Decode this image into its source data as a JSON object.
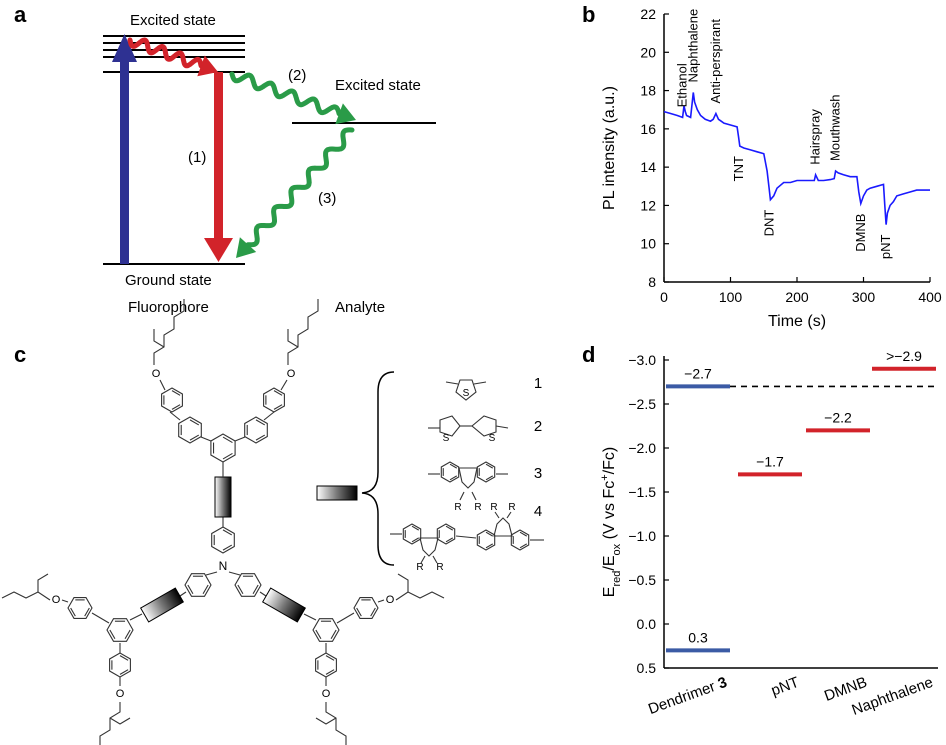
{
  "panels": {
    "a": {
      "letter": "a",
      "excited_state_fluorophore": "Excited state",
      "excited_state_analyte": "Excited state",
      "ground_state": "Ground state",
      "fluorophore": "Fluorophore",
      "analyte": "Analyte",
      "step1": "(1)",
      "step2": "(2)",
      "step3": "(3)",
      "colors": {
        "absorption": "#2e3192",
        "emission": "#d2232a",
        "transfer": "#2a9b48"
      }
    },
    "b": {
      "letter": "b"
    },
    "c": {
      "letter": "c",
      "labels": [
        "1",
        "2",
        "3",
        "4"
      ],
      "sulfur": "S",
      "nitrogen": "N",
      "oxygen": "O",
      "rgroup": "R"
    },
    "d": {
      "letter": "d"
    }
  },
  "chart_data": [
    {
      "panel": "b",
      "type": "line",
      "title": "",
      "xlabel": "Time (s)",
      "ylabel": "PL intensity (a.u.)",
      "xlim": [
        0,
        400
      ],
      "ylim": [
        8,
        22
      ],
      "xticks": [
        0,
        100,
        200,
        300,
        400
      ],
      "yticks": [
        8,
        10,
        12,
        14,
        16,
        18,
        20,
        22
      ],
      "color": "#1a1aff",
      "series": [
        {
          "x": [
            0,
            10,
            20,
            28,
            30,
            32,
            34,
            40,
            44,
            46,
            50,
            55,
            62,
            70,
            74,
            78,
            82,
            86,
            90,
            100,
            110,
            112,
            114,
            120,
            130,
            140,
            150,
            155,
            158,
            160,
            165,
            170,
            180,
            190,
            200,
            210,
            220,
            226,
            228,
            232,
            240,
            250,
            256,
            258,
            262,
            270,
            280,
            290,
            293,
            296,
            300,
            305,
            310,
            320,
            330,
            332,
            334,
            336,
            340,
            345,
            350,
            360,
            370,
            380,
            390,
            400
          ],
          "y": [
            16.9,
            16.8,
            16.7,
            16.6,
            17.2,
            16.9,
            16.7,
            16.6,
            17.9,
            17.4,
            17.0,
            16.7,
            16.5,
            16.4,
            16.5,
            16.8,
            16.5,
            16.4,
            16.3,
            16.2,
            16.1,
            15.6,
            15.1,
            15.0,
            14.9,
            14.8,
            14.7,
            13.8,
            12.9,
            12.3,
            12.5,
            12.9,
            13.2,
            13.2,
            13.3,
            13.3,
            13.3,
            13.3,
            13.6,
            13.3,
            13.3,
            13.35,
            13.4,
            13.8,
            13.7,
            13.6,
            13.5,
            13.5,
            12.7,
            12.1,
            12.5,
            12.8,
            12.9,
            13.0,
            13.1,
            12.0,
            11.0,
            11.6,
            12.0,
            12.2,
            12.5,
            12.6,
            12.7,
            12.8,
            12.8,
            12.8
          ]
        }
      ],
      "annotations": [
        {
          "text": "Ethanol",
          "x": 28
        },
        {
          "text": "Naphthalene",
          "x": 44
        },
        {
          "text": "Anti-perspirant",
          "x": 78
        },
        {
          "text": "TNT",
          "x": 113
        },
        {
          "text": "DNT",
          "x": 159
        },
        {
          "text": "Hairspray",
          "x": 228
        },
        {
          "text": "Mouthwash",
          "x": 258
        },
        {
          "text": "DMNB",
          "x": 296
        },
        {
          "text": "pNT",
          "x": 334
        }
      ]
    },
    {
      "panel": "d",
      "type": "bar",
      "title": "",
      "xlabel": "",
      "ylabel": "E_red/E_ox (V vs Fc+/Fc)",
      "ylabel_parts": {
        "e1": "E",
        "sub1": "red",
        "mid": "/E",
        "sub2": "ox",
        "rest1": " (V vs Fc",
        "sup": "+",
        "rest2": "/Fc)"
      },
      "ylim": [
        0.5,
        -3.0
      ],
      "yticks": [
        "−3.0",
        "−2.5",
        "−2.0",
        "−1.5",
        "−1.0",
        "−0.5",
        "0.0",
        "0.5"
      ],
      "ytick_values": [
        -3.0,
        -2.5,
        -2.0,
        -1.5,
        -1.0,
        -0.5,
        0.0,
        0.5
      ],
      "categories": [
        "Dendrimer 3",
        "pNT",
        "DMNB",
        "Naphthalene"
      ],
      "category_parts": [
        {
          "text": "Dendrimer ",
          "bold": "3"
        },
        {
          "text": "pNT"
        },
        {
          "text": "DMNB"
        },
        {
          "text": "Naphthalene"
        }
      ],
      "levels": [
        {
          "category": "Dendrimer 3",
          "value": -2.7,
          "label": "−2.7",
          "color": "#3b5ba5"
        },
        {
          "category": "Dendrimer 3",
          "value": 0.3,
          "label": "0.3",
          "color": "#3b5ba5"
        },
        {
          "category": "pNT",
          "value": -1.7,
          "label": "−1.7",
          "color": "#d2232a"
        },
        {
          "category": "DMNB",
          "value": -2.2,
          "label": "−2.2",
          "color": "#d2232a"
        },
        {
          "category": "Naphthalene",
          "value": -2.9,
          "label": "−2.9",
          "color": "#d2232a",
          "label_prefix": ">"
        }
      ],
      "reference_line": {
        "value": -2.7,
        "style": "dashed"
      }
    }
  ]
}
